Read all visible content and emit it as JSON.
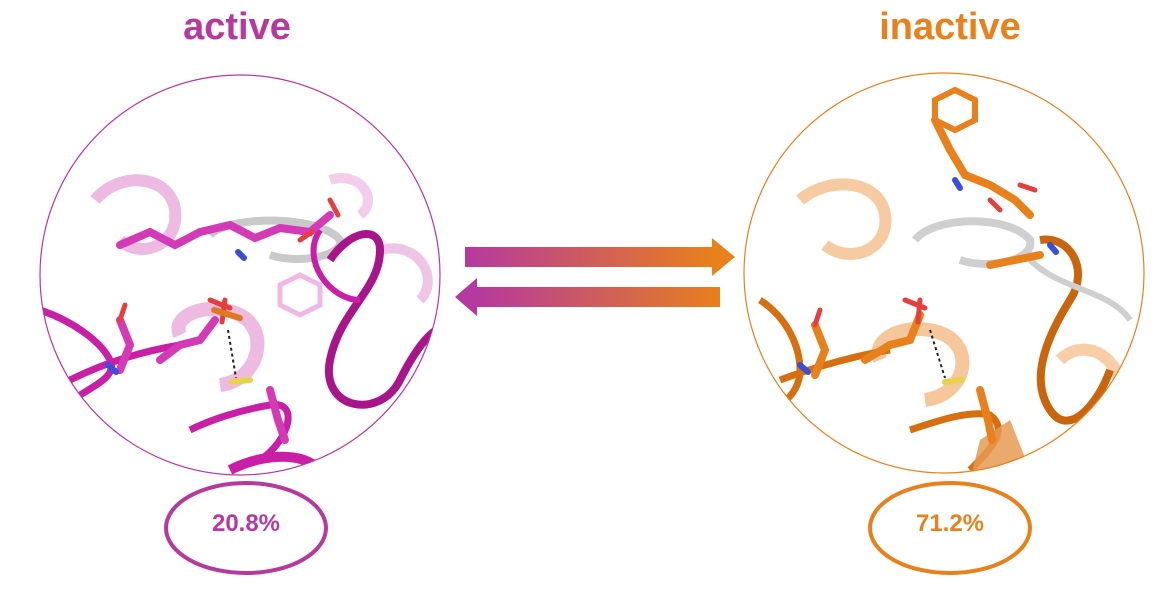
{
  "states": {
    "active": {
      "label": "active",
      "percentage": "20.8%",
      "color": "#b5399e"
    },
    "inactive": {
      "label": "inactive",
      "percentage": "71.2%",
      "color": "#e8801c"
    }
  },
  "equilibrium": {
    "direction": "reversible",
    "gradient": [
      "#b5399e",
      "#e8801c"
    ]
  }
}
